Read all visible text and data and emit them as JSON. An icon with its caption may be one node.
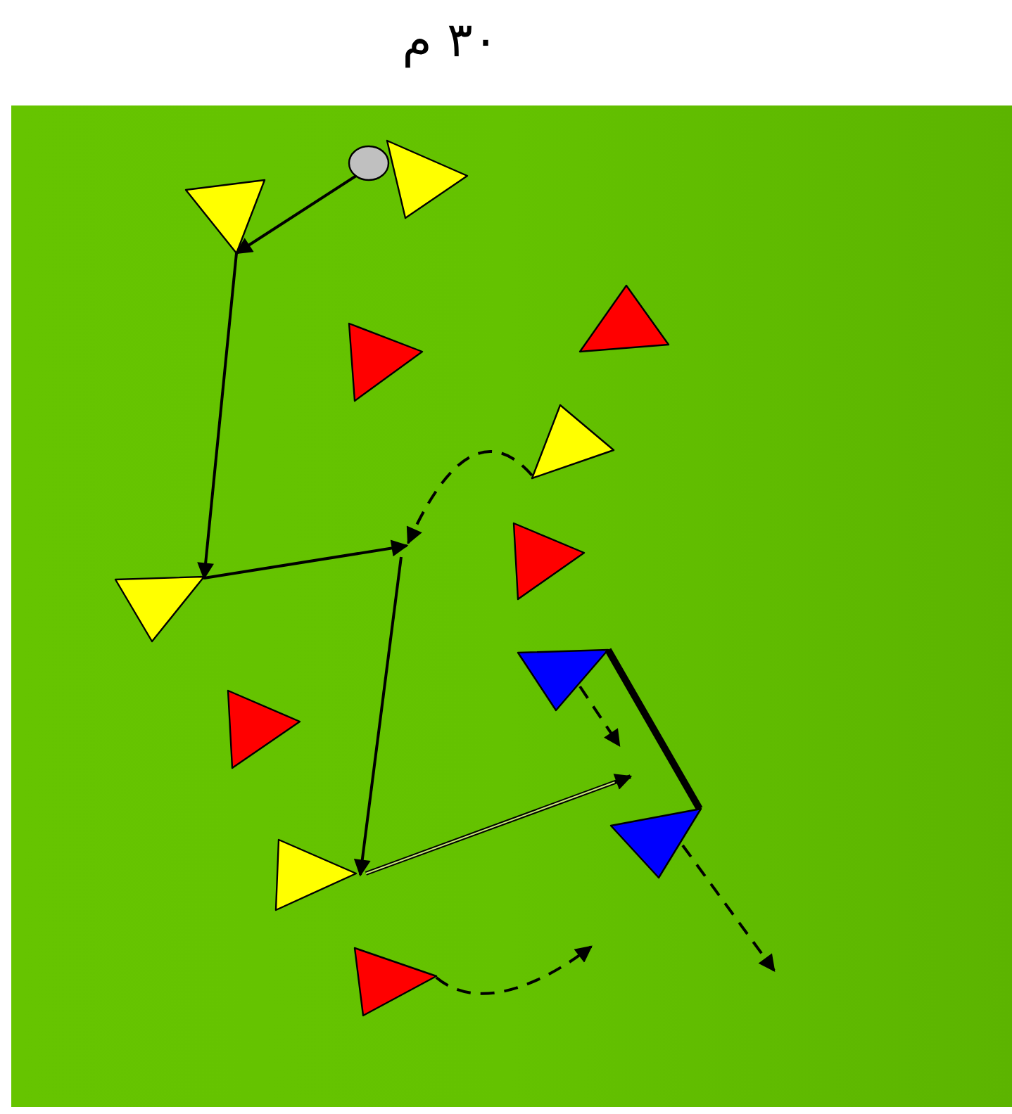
{
  "diagram": {
    "title": "۳۰ م",
    "nodes": [
      {
        "text": [],
        "shape": "triangle"
      },
      {
        "text": [],
        "shape": "circle"
      },
      {
        "text": [],
        "shape": "triangle"
      },
      {
        "text": [],
        "shape": "triangle"
      },
      {
        "text": [],
        "shape": "triangle"
      },
      {
        "text": [],
        "shape": "triangle"
      },
      {
        "text": [],
        "shape": "triangle"
      },
      {
        "text": [],
        "shape": "triangle"
      },
      {
        "text": [],
        "shape": "triangle"
      },
      {
        "text": [],
        "shape": "triangle"
      },
      {
        "text": [],
        "shape": "triangle"
      },
      {
        "text": [],
        "shape": "triangle"
      },
      {
        "text": [],
        "shape": "triangle"
      }
    ],
    "edges": [
      {
        "from": 1,
        "to": 2,
        "arrow": "to"
      },
      {
        "from": 2,
        "to": 7,
        "arrow": "to"
      },
      {
        "from": 7,
        "to": null,
        "arrow": "to"
      },
      {
        "from": 5,
        "to": null,
        "arrow": "to",
        "style": "dashed"
      },
      {
        "from": null,
        "to": 11,
        "arrow": "to"
      },
      {
        "from": 11,
        "to": null,
        "arrow": "to"
      },
      {
        "from": 8,
        "to": 10,
        "arrow": "none",
        "style": "thick"
      },
      {
        "from": 8,
        "to": null,
        "arrow": "to",
        "style": "dashed"
      },
      {
        "from": 10,
        "to": null,
        "arrow": "to",
        "style": "dashed"
      },
      {
        "from": 12,
        "to": null,
        "arrow": "to",
        "style": "dashed"
      }
    ]
  }
}
